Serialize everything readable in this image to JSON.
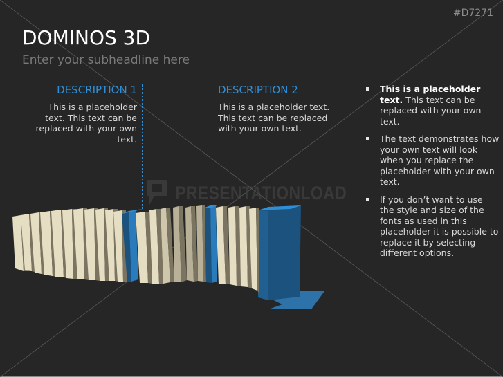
{
  "slide": {
    "code": "#D7271",
    "title": "DOMINOS 3D",
    "subtitle": "Enter your subheadline here",
    "watermark": "PRESENTATIONLOAD"
  },
  "descriptions": [
    {
      "heading": "DESCRIPTION 1",
      "body": "This is a placeholder text. This text can be replaced with your own text."
    },
    {
      "heading": "DESCRIPTION 2",
      "body": "This is a placeholder text. This text can be replaced with your own text."
    }
  ],
  "bullets": [
    {
      "bold": "This is a placeholder text.",
      "text": " This text can be replaced with your own text."
    },
    {
      "bold": "",
      "text": "The text demonstrates how your own text will look when you replace the placeholder with your own text."
    },
    {
      "bold": "",
      "text": "If you don’t want to use the style and size of the fonts as used in this placeholder it is possible to replace it by selecting different options."
    }
  ],
  "colors": {
    "background": "#262626",
    "accent_blue": "#2f8fd6",
    "domino_cream": "#e8e0c4",
    "domino_shadow": "#7a7460",
    "text": "#d9d9d9",
    "subtitle": "#7a7a7a"
  },
  "graphic": {
    "icon": "dominos-3d-graphic",
    "arrow": "arrow-right-icon"
  }
}
